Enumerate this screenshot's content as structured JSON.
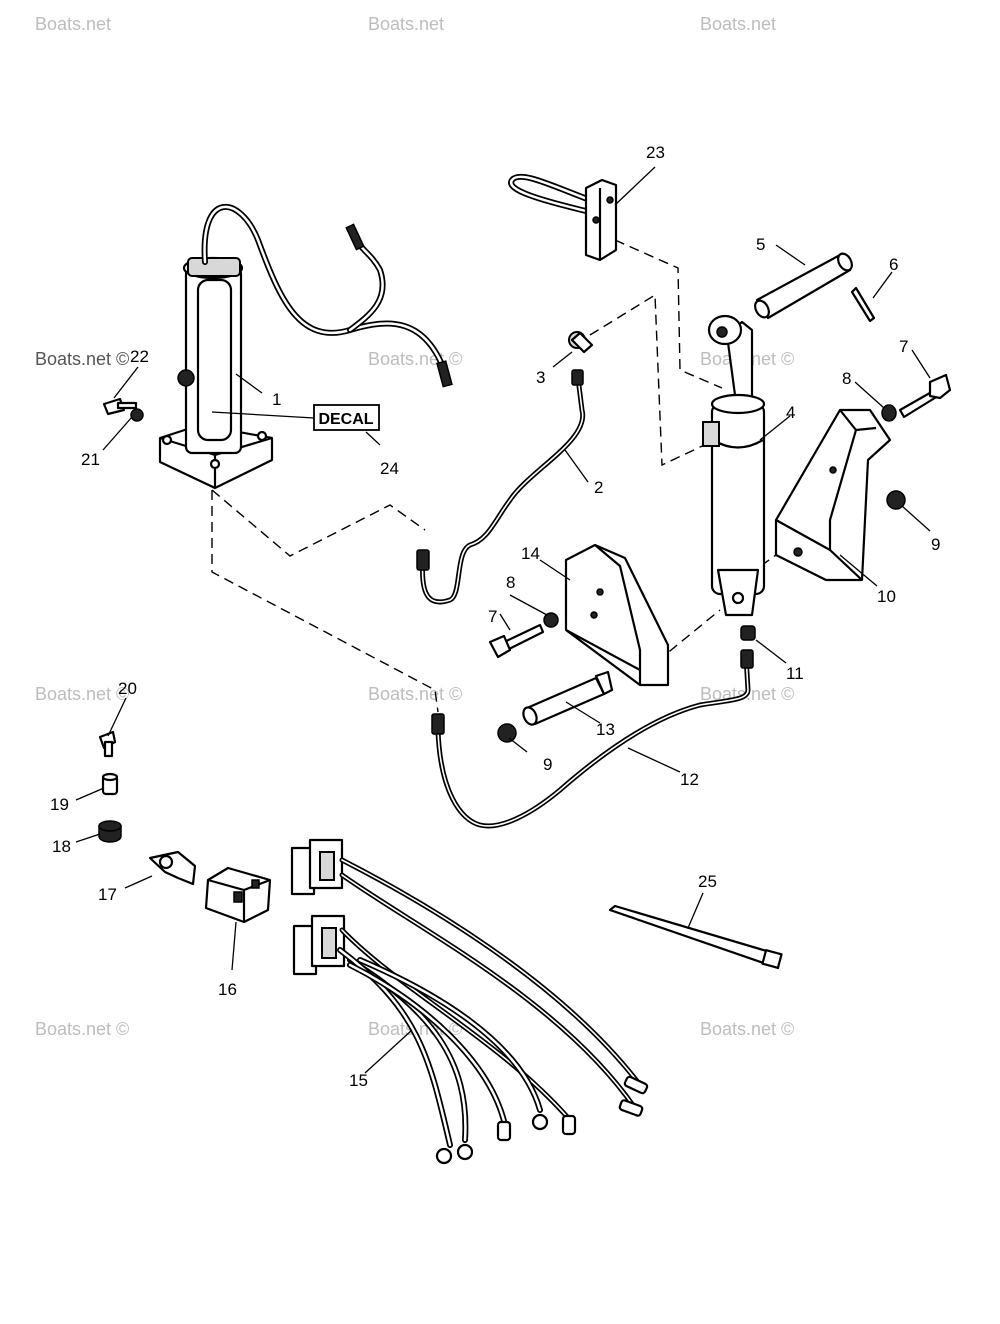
{
  "watermark": "Boats.net ©",
  "watermark_short": "Boats.net",
  "decal_label": "DECAL",
  "callouts": {
    "c1": "1",
    "c2": "2",
    "c3": "3",
    "c4": "4",
    "c5": "5",
    "c6": "6",
    "c7a": "7",
    "c7b": "7",
    "c8a": "8",
    "c8b": "8",
    "c9a": "9",
    "c9b": "9",
    "c10": "10",
    "c11": "11",
    "c12": "12",
    "c13": "13",
    "c14": "14",
    "c15": "15",
    "c16": "16",
    "c17": "17",
    "c18": "18",
    "c19": "19",
    "c20": "20",
    "c21": "21",
    "c22": "22",
    "c23": "23",
    "c24": "24",
    "c25": "25"
  },
  "colors": {
    "line": "#000000",
    "background": "#ffffff",
    "watermark": "#bdbdbd"
  }
}
